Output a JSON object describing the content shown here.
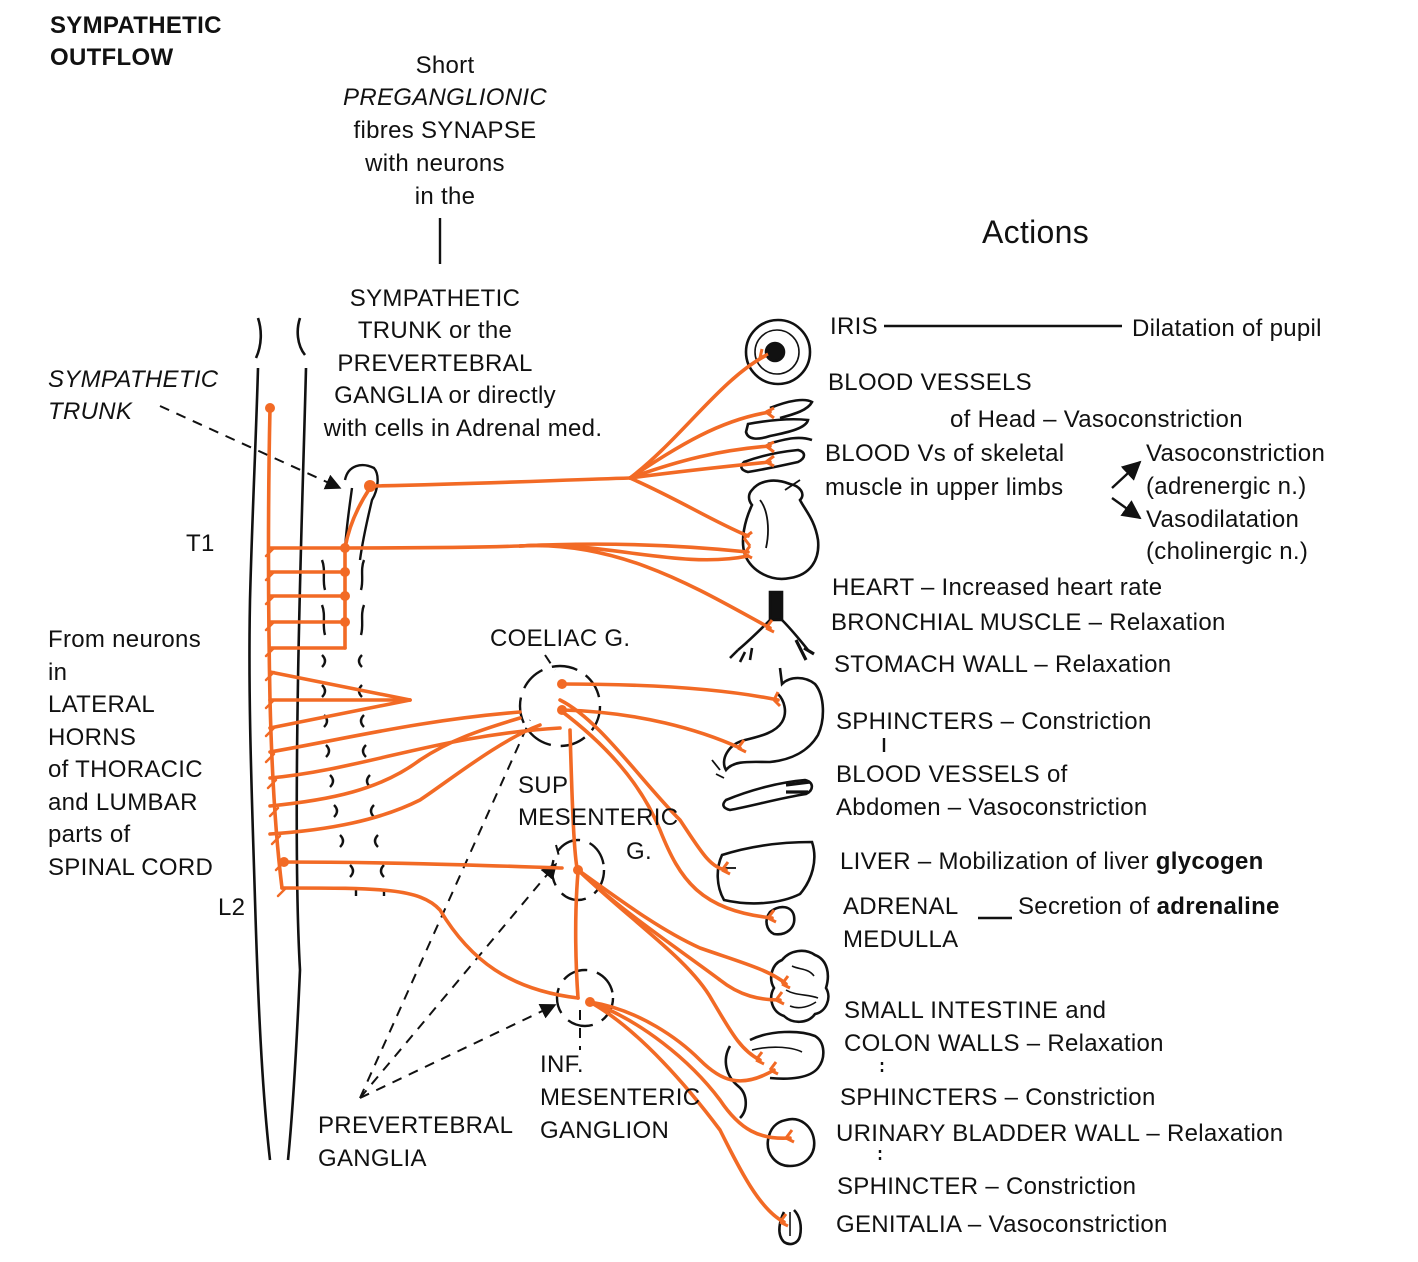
{
  "header": {
    "title_line1": "SYMPATHETIC",
    "title_line2": "OUTFLOW"
  },
  "intro": {
    "line1": "Short",
    "line2": "PREGANGLIONIC",
    "line3": "fibres SYNAPSE",
    "line4": "with neurons",
    "line5": "in the"
  },
  "synapse_sites": {
    "line1": "SYMPATHETIC",
    "line2": "TRUNK or the",
    "line3": "PREVERTEBRAL",
    "line4": "GANGLIA or directly",
    "line5": "with cells in Adrenal med."
  },
  "actions_heading": "Actions",
  "left_labels": {
    "sympathetic_trunk_1": "SYMPATHETIC",
    "sympathetic_trunk_2": "TRUNK",
    "t1": "T1",
    "l2": "L2",
    "origin": [
      "From neurons",
      "in",
      "LATERAL",
      "HORNS",
      "of THORACIC",
      "and LUMBAR",
      "parts of",
      "SPINAL CORD"
    ]
  },
  "ganglia": {
    "coeliac": "COELIAC G.",
    "sup_mesenteric_1": "SUP",
    "sup_mesenteric_2": "MESENTERIC",
    "sup_mesenteric_3": "G.",
    "inf_mesenteric_1": "INF.",
    "inf_mesenteric_2": "MESENTERIC",
    "inf_mesenteric_3": "GANGLION",
    "prevertebral_1": "PREVERTEBRAL",
    "prevertebral_2": "GANGLIA"
  },
  "actions": {
    "iris": "IRIS",
    "iris_action": "Dilatation of pupil",
    "head_vessels_1": "BLOOD VESSELS",
    "head_vessels_2": "of Head – Vasoconstriction",
    "skeletal_1": "BLOOD Vs of skeletal",
    "skeletal_2": "muscle in upper limbs",
    "vasoconstriction": "Vasoconstriction",
    "adrenergic": "(adrenergic n.)",
    "vasodilatation": "Vasodilatation",
    "cholinergic": "(cholinergic n.)",
    "heart": "HEART – Increased heart rate",
    "bronchial": "BRONCHIAL MUSCLE – Relaxation",
    "stomach": "STOMACH WALL – Relaxation",
    "sphincters_1": "SPHINCTERS – Constriction",
    "abdomen_vessels_1": "BLOOD VESSELS of",
    "abdomen_vessels_2": "Abdomen – Vasoconstriction",
    "liver_text": "LIVER – Mobilization of liver ",
    "liver_bold": "glycogen",
    "adrenal_1": "ADRENAL",
    "adrenal_2": "MEDULLA",
    "adrenal_text": "Secretion of ",
    "adrenal_bold": "adrenaline",
    "intestine_1": "SMALL INTESTINE and",
    "intestine_2": "COLON WALLS – Relaxation",
    "sphincters_2": "SPHINCTERS – Constriction",
    "bladder": "URINARY BLADDER WALL – Relaxation",
    "sphincter_3": "SPHINCTER – Constriction",
    "genitalia": "GENITALIA – Vasoconstriction"
  },
  "colors": {
    "fibre": "#f26a25",
    "ink": "#111111"
  }
}
